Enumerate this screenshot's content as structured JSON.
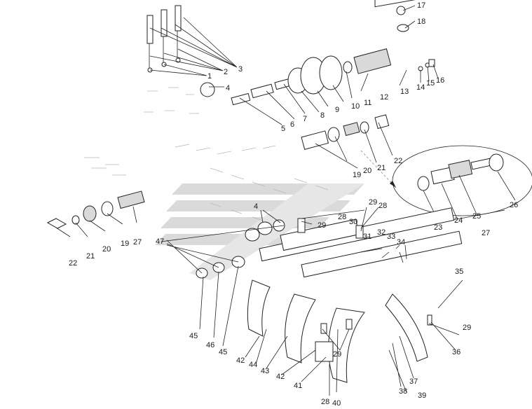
{
  "callouts": [
    {
      "id": "c1",
      "text": "1"
    },
    {
      "id": "c2",
      "text": "2"
    },
    {
      "id": "c3",
      "text": "3"
    },
    {
      "id": "c4a",
      "text": "4"
    },
    {
      "id": "c4b",
      "text": "4"
    },
    {
      "id": "c5",
      "text": "5"
    },
    {
      "id": "c6",
      "text": "6"
    },
    {
      "id": "c7",
      "text": "7"
    },
    {
      "id": "c8",
      "text": "8"
    },
    {
      "id": "c9",
      "text": "9"
    },
    {
      "id": "c10",
      "text": "10"
    },
    {
      "id": "c11",
      "text": "11"
    },
    {
      "id": "c12",
      "text": "12"
    },
    {
      "id": "c13",
      "text": "13"
    },
    {
      "id": "c14",
      "text": "14"
    },
    {
      "id": "c15",
      "text": "15"
    },
    {
      "id": "c16",
      "text": "16"
    },
    {
      "id": "c17",
      "text": "17"
    },
    {
      "id": "c18",
      "text": "18"
    },
    {
      "id": "c19a",
      "text": "19"
    },
    {
      "id": "c19b",
      "text": "19"
    },
    {
      "id": "c20a",
      "text": "20"
    },
    {
      "id": "c20b",
      "text": "20"
    },
    {
      "id": "c21a",
      "text": "21"
    },
    {
      "id": "c21b",
      "text": "21"
    },
    {
      "id": "c22a",
      "text": "22"
    },
    {
      "id": "c22b",
      "text": "22"
    },
    {
      "id": "c23",
      "text": "23"
    },
    {
      "id": "c24",
      "text": "24"
    },
    {
      "id": "c25",
      "text": "25"
    },
    {
      "id": "c26",
      "text": "26"
    },
    {
      "id": "c27a",
      "text": "27"
    },
    {
      "id": "c27b",
      "text": "27"
    },
    {
      "id": "c28a",
      "text": "28"
    },
    {
      "id": "c28b",
      "text": "28"
    },
    {
      "id": "c28c",
      "text": "28"
    },
    {
      "id": "c29a",
      "text": "29"
    },
    {
      "id": "c29b",
      "text": "29"
    },
    {
      "id": "c29c",
      "text": "29"
    },
    {
      "id": "c29d",
      "text": "29"
    },
    {
      "id": "c30",
      "text": "30"
    },
    {
      "id": "c31",
      "text": "31"
    },
    {
      "id": "c32",
      "text": "32"
    },
    {
      "id": "c33",
      "text": "33"
    },
    {
      "id": "c34",
      "text": "34"
    },
    {
      "id": "c35",
      "text": "35"
    },
    {
      "id": "c36",
      "text": "36"
    },
    {
      "id": "c37",
      "text": "37"
    },
    {
      "id": "c38",
      "text": "38"
    },
    {
      "id": "c39",
      "text": "39"
    },
    {
      "id": "c40",
      "text": "40"
    },
    {
      "id": "c41",
      "text": "41"
    },
    {
      "id": "c42a",
      "text": "42"
    },
    {
      "id": "c42b",
      "text": "42"
    },
    {
      "id": "c43",
      "text": "43"
    },
    {
      "id": "c44",
      "text": "44"
    },
    {
      "id": "c45a",
      "text": "45"
    },
    {
      "id": "c45b",
      "text": "45"
    },
    {
      "id": "c46",
      "text": "46"
    },
    {
      "id": "c47",
      "text": "47"
    }
  ],
  "colors": {
    "ink": "#222222",
    "watermark": "#c8c8c8"
  }
}
